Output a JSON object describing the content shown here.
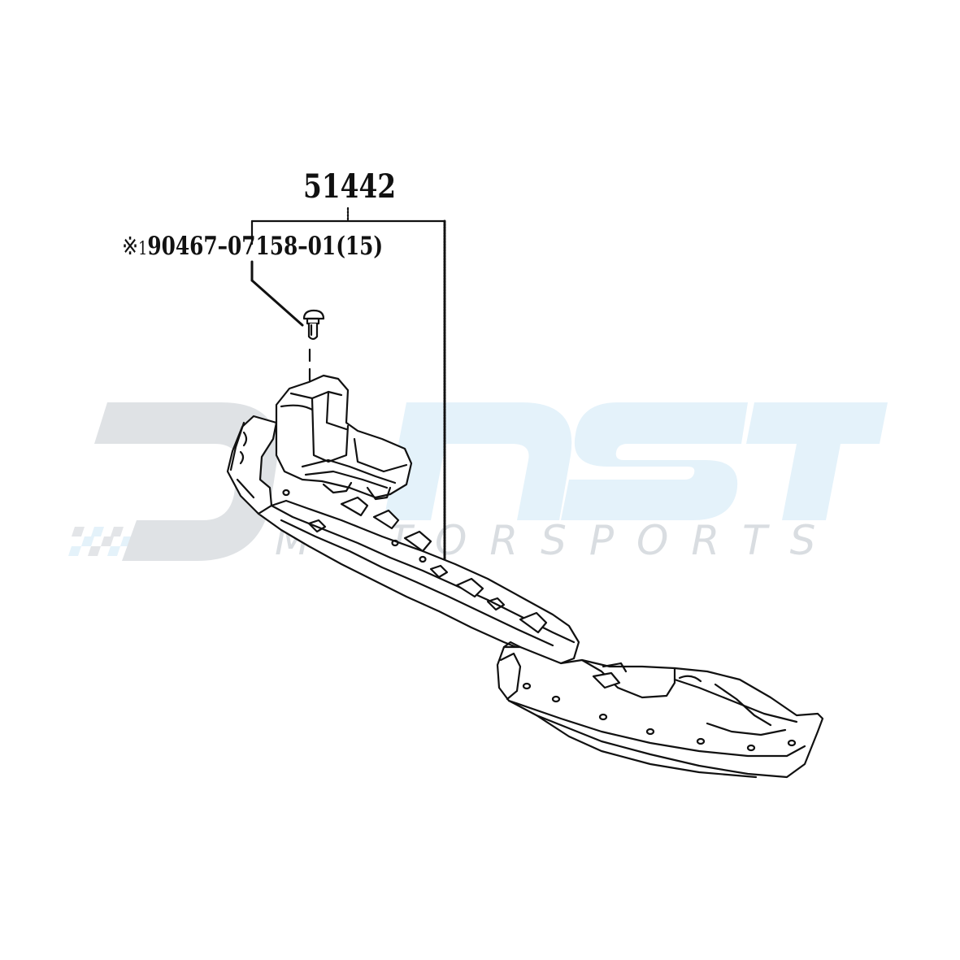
{
  "diagram": {
    "assembly_part_number": "51442",
    "fastener": {
      "ref_mark": "※",
      "ref_number": "1",
      "part_number": "90467–07158–01",
      "quantity": "(15)"
    },
    "component": "engine-under-cover-front"
  },
  "watermark": {
    "logo_letters": "DNST",
    "tagline": "MOTORSPORTS",
    "colors": {
      "logo_gray": "#dfe2e5",
      "logo_blue": "#e4f2fa",
      "tagline_gray": "#d9dde1",
      "checker_blue": "#e4f2fa",
      "checker_gray": "#e3e5e8"
    }
  },
  "line_color": "#111111"
}
